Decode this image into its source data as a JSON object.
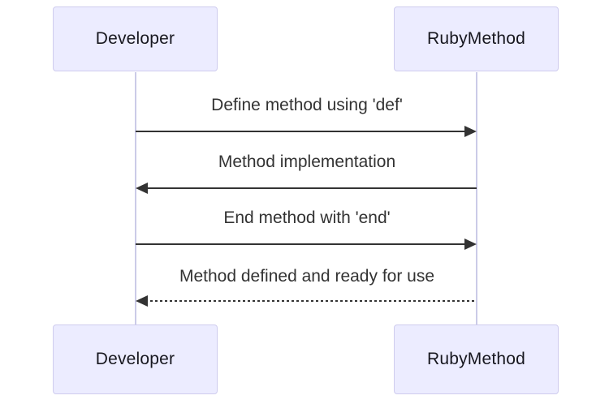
{
  "diagram": {
    "type": "sequence-diagram",
    "background": "#ffffff",
    "colors": {
      "actor_fill": "#ECECFF",
      "actor_border": "#CFCCEE",
      "actor_text": "#17171f",
      "message_text": "#333333",
      "arrow_line": "#333333",
      "lifeline": "#CBCBE8"
    },
    "actors": [
      {
        "id": "developer",
        "label": "Developer"
      },
      {
        "id": "rubymethod",
        "label": "RubyMethod"
      }
    ],
    "messages": [
      {
        "from": "Developer",
        "to": "RubyMethod",
        "text": "Define method using 'def'",
        "line_style": "solid",
        "direction": "right"
      },
      {
        "from": "RubyMethod",
        "to": "Developer",
        "text": "Method implementation",
        "line_style": "solid",
        "direction": "left"
      },
      {
        "from": "Developer",
        "to": "RubyMethod",
        "text": "End method with 'end'",
        "line_style": "solid",
        "direction": "right"
      },
      {
        "from": "RubyMethod",
        "to": "Developer",
        "text": "Method defined and ready for use",
        "line_style": "dotted",
        "direction": "left"
      }
    ]
  }
}
